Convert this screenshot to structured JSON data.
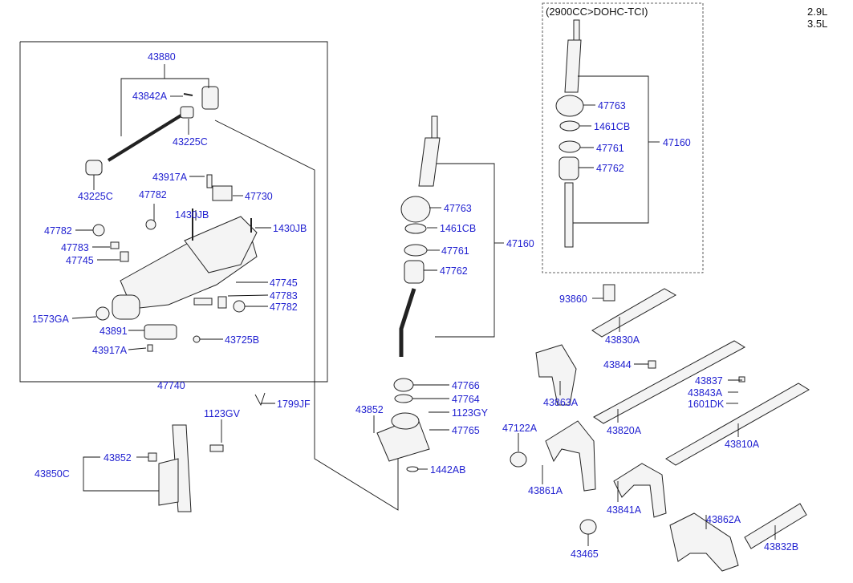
{
  "header": {
    "engine_line1": "2.9L",
    "engine_line2": "3.5L",
    "variant_note": "(2900CC>DOHC-TCI)"
  },
  "parts": {
    "p43880": "43880",
    "p43842A": "43842A",
    "p43225C_a": "43225C",
    "p43225C_b": "43225C",
    "p43917A_a": "43917A",
    "p47782_a": "47782",
    "p47730": "47730",
    "p1430JB_a": "1430JB",
    "p1430JB_b": "1430JB",
    "p47782_b": "47782",
    "p47783_a": "47783",
    "p47745_a": "47745",
    "p47745_b": "47745",
    "p47783_b": "47783",
    "p47782_c": "47782",
    "p1573GA": "1573GA",
    "p43891": "43891",
    "p43725B": "43725B",
    "p43917A_b": "43917A",
    "p47740": "47740",
    "p1799JF": "1799JF",
    "p1123GV": "1123GV",
    "p43852_a": "43852",
    "p43850C": "43850C",
    "p47763_a": "47763",
    "p1461CB_a": "1461CB",
    "p47761_a": "47761",
    "p47762_a": "47762",
    "p47160_a": "47160",
    "p47766": "47766",
    "p47764": "47764",
    "p43852_b": "43852",
    "p1123GY": "1123GY",
    "p47765": "47765",
    "p1442AB": "1442AB",
    "p47763_b": "47763",
    "p1461CB_b": "1461CB",
    "p47761_b": "47761",
    "p47762_b": "47762",
    "p47160_b": "47160",
    "p93860": "93860",
    "p43830A": "43830A",
    "p43844": "43844",
    "p43863A": "43863A",
    "p43837": "43837",
    "p43843A": "43843A",
    "p1601DK": "1601DK",
    "p47122A": "47122A",
    "p43820A": "43820A",
    "p43810A": "43810A",
    "p43861A": "43861A",
    "p43841A": "43841A",
    "p43862A": "43862A",
    "p43465": "43465",
    "p43832B": "43832B"
  },
  "colors": {
    "label": "#1f1fd0",
    "line": "#111111"
  }
}
